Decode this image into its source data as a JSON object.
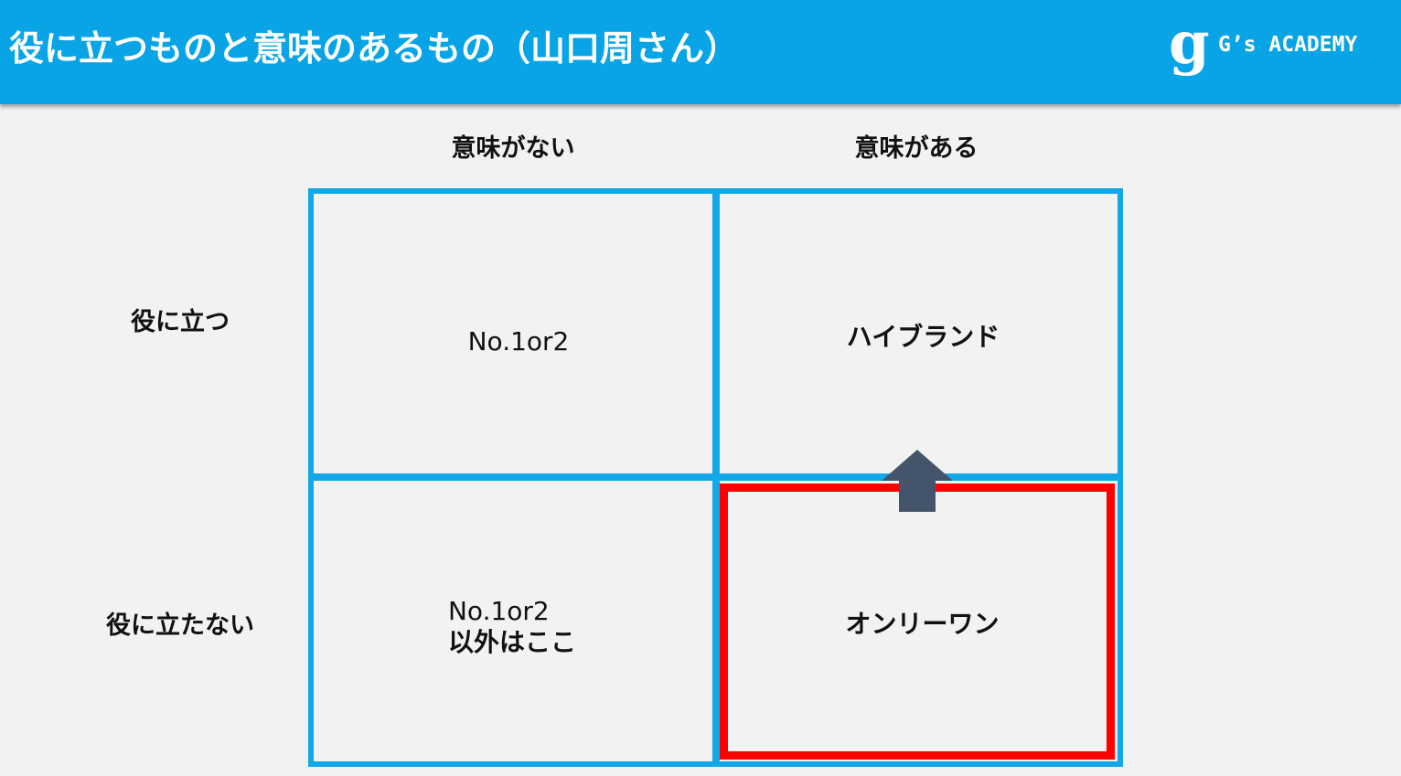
{
  "header": {
    "title": "役に立つものと意味のあるもの（山口周さん）",
    "logo_mark": "g",
    "logo_text": "G’s ACADEMY"
  },
  "matrix": {
    "columns": [
      "意味がない",
      "意味がある"
    ],
    "rows": [
      "役に立つ",
      "役に立たない"
    ],
    "cells": {
      "useful_meaningless": "No.1or2",
      "useful_meaningful": "ハイブランド",
      "useless_meaningless_line1": "No.1or2",
      "useless_meaningless_line2": "以外はここ",
      "useless_meaningful": "オンリーワン"
    },
    "highlighted_cell": "useless_meaningful",
    "arrow": "up"
  },
  "colors": {
    "header": "#08a4e6",
    "grid": "#10a8e8",
    "highlight": "#ff0000",
    "arrow": "#44546a",
    "background": "#f2f2f2"
  }
}
